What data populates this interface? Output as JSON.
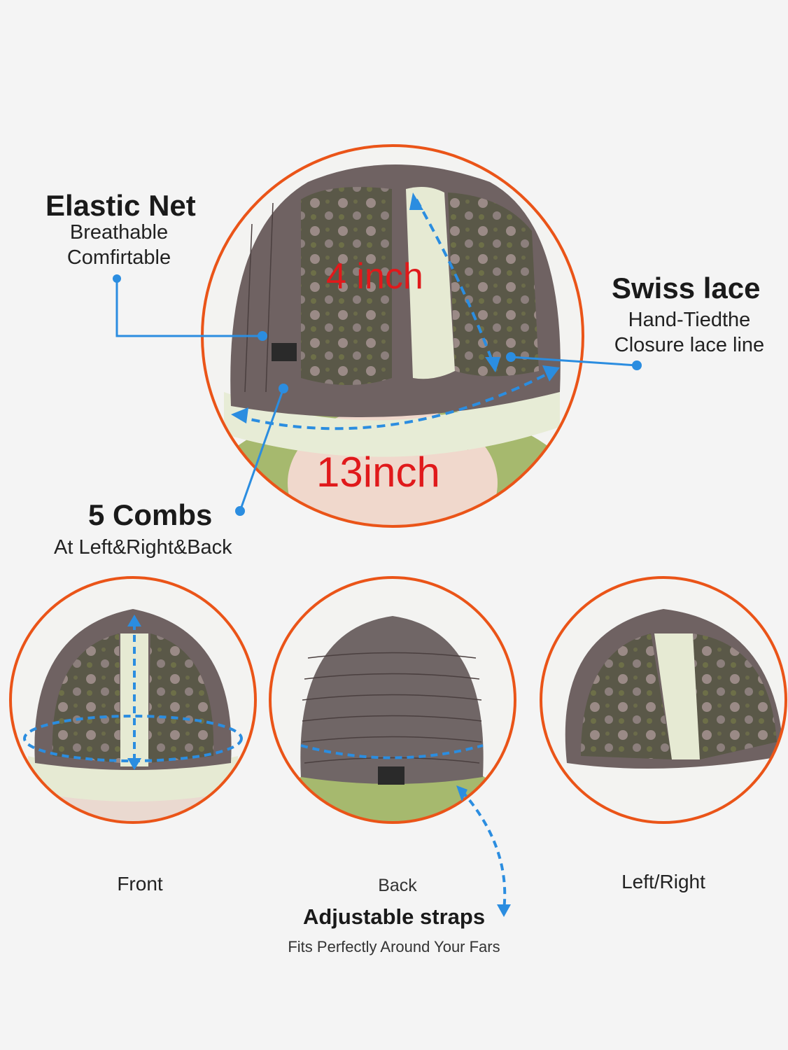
{
  "labels": {
    "elastic_net": {
      "title": "Elastic Net",
      "line1": "Breathable",
      "line2": "Comfirtable"
    },
    "swiss_lace": {
      "title": "Swiss lace",
      "line1": "Hand-Tiedthe",
      "line2": "Closure lace line"
    },
    "combs": {
      "title": "5 Combs",
      "line1": "At Left&Right&Back"
    },
    "straps": {
      "title": "Adjustable straps",
      "line1": "Fits Perfectly Around Your Fars"
    }
  },
  "measurements": {
    "depth": "4 inch",
    "width": "13inch"
  },
  "views": {
    "front": "Front",
    "back": "Back",
    "side": "Left/Right"
  },
  "colors": {
    "ring": "#ea5418",
    "arrow": "#2b8de0",
    "measure": "#e0191b",
    "cap": "#6f6262",
    "lace": "#e6ead3",
    "hair": "#a3b86b"
  }
}
